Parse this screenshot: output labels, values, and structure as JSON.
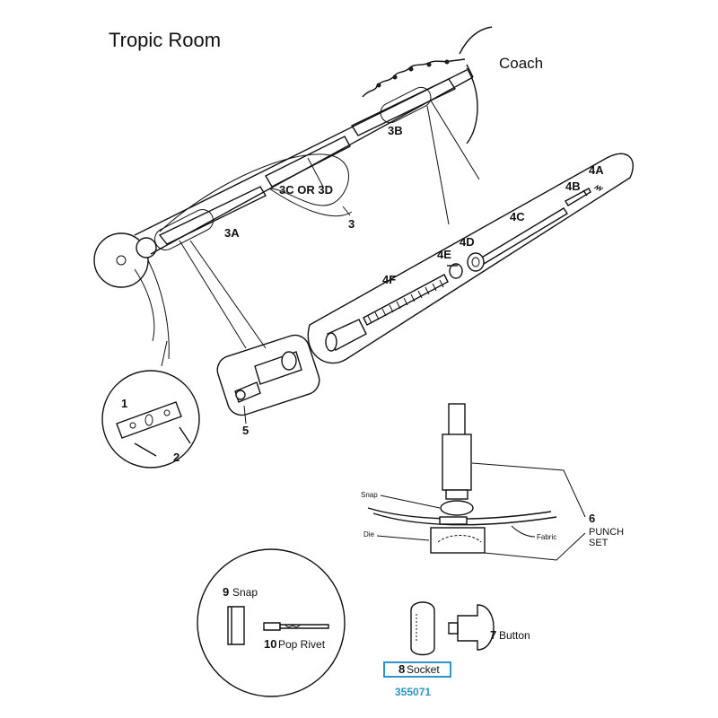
{
  "title": "Tropic Room",
  "coach_label": "Coach",
  "labels": {
    "l1": "1",
    "l2": "2",
    "l3": "3",
    "l3a": "3A",
    "l3b": "3B",
    "l3cd": "3C OR 3D",
    "l4a": "4A",
    "l4b": "4B",
    "l4c": "4C",
    "l4d": "4D",
    "l4e": "4E",
    "l4f": "4F",
    "l5": "5",
    "l6": "6",
    "l6_text1": "PUNCH",
    "l6_text2": "SET",
    "snap_small": "Snap",
    "die_small": "Die",
    "fabric_small": "Fabric",
    "l7": "7",
    "l7_text": "Button",
    "l8": "8",
    "l8_text": "Socket",
    "l9": "9",
    "l9_text": "Snap",
    "l10": "10",
    "l10_text": "Pop Rivet"
  },
  "part_number": "355071",
  "colors": {
    "accent": "#2a97c8",
    "ink": "#111111"
  }
}
